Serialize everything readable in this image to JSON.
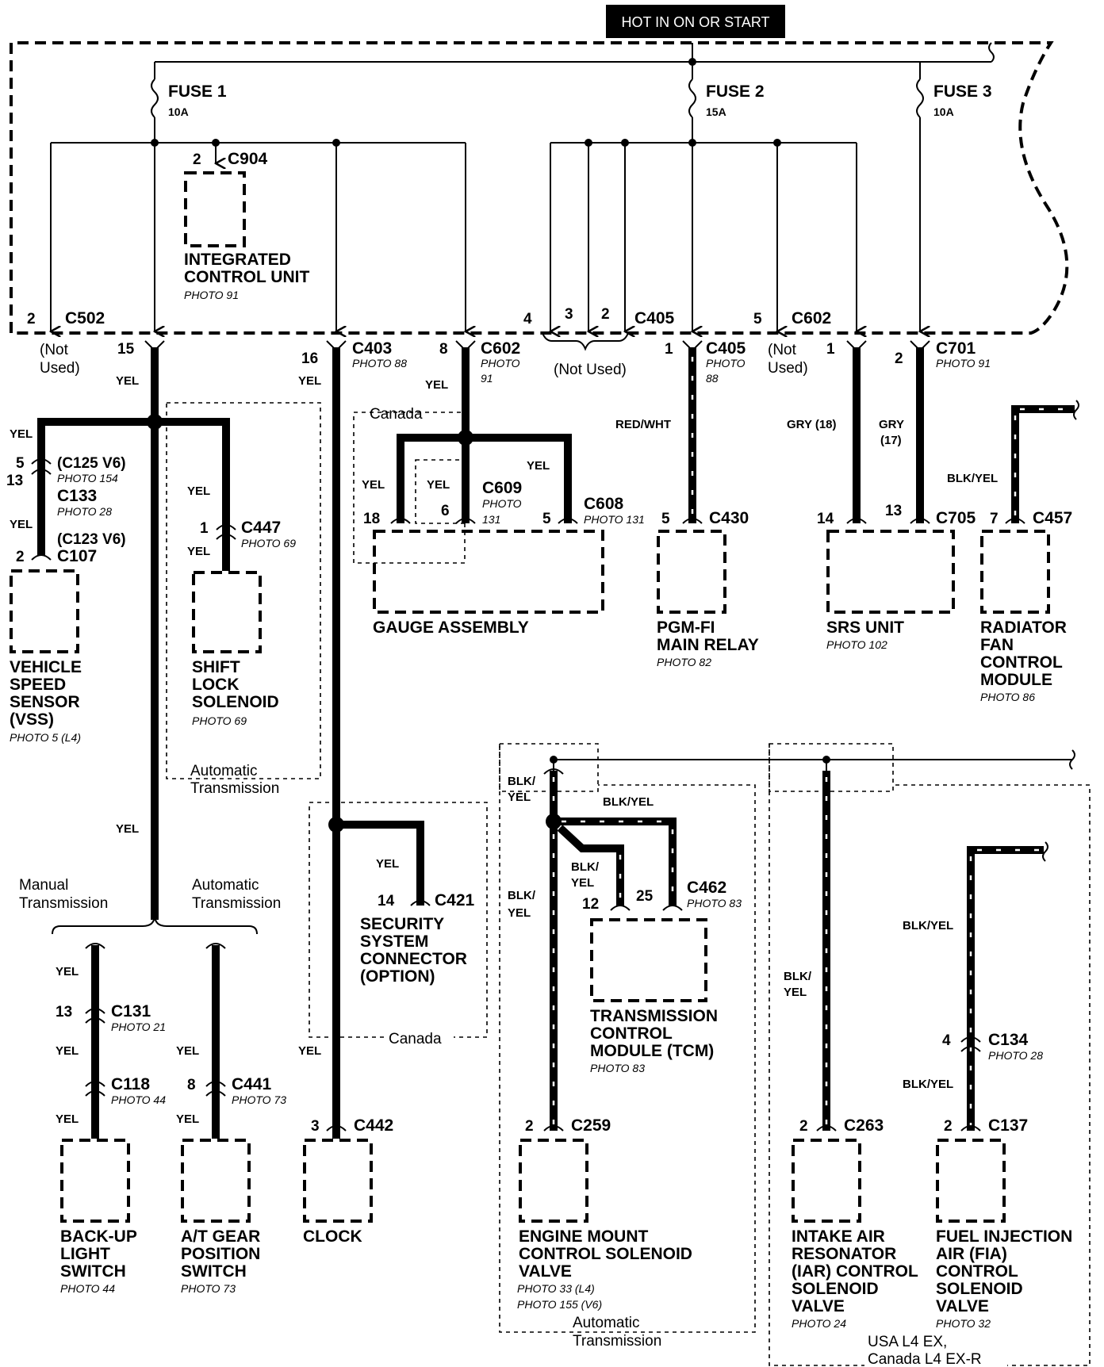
{
  "header": {
    "hot_label": "HOT IN ON OR START"
  },
  "fuses": [
    {
      "name": "FUSE 1",
      "rating": "10A"
    },
    {
      "name": "FUSE 2",
      "rating": "15A"
    },
    {
      "name": "FUSE 3",
      "rating": "10A"
    }
  ],
  "fusebox_connectors": {
    "c502": {
      "pin": "2",
      "id": "C502",
      "note": [
        "(Not",
        "Used)"
      ]
    },
    "c904": {
      "pin": "2",
      "id": "C904"
    },
    "c405a": {
      "pins": [
        "4",
        "3",
        "2"
      ],
      "id": "C405",
      "note": "(Not Used)"
    },
    "c602a": {
      "pin": "5",
      "id": "C602",
      "note": [
        "(Not",
        "Used)"
      ]
    }
  },
  "icu": {
    "name_lines": [
      "INTEGRATED",
      "CONTROL UNIT"
    ],
    "photo": "PHOTO 91"
  },
  "taps": {
    "c403_15": {
      "pin": "15",
      "wire": "YEL"
    },
    "c403_16": {
      "pin": "16",
      "id": "C403",
      "photo": "PHOTO 88",
      "wire": "YEL"
    },
    "c602_8": {
      "pin": "8",
      "id": "C602",
      "photo": [
        "PHOTO",
        "91"
      ],
      "wire": "YEL"
    },
    "c405_1": {
      "pin": "1",
      "id": "C405",
      "photo": [
        "PHOTO",
        "88"
      ],
      "wire": "RED/WHT"
    },
    "c602_1": {
      "pin": "1",
      "wire": "GRY (18)"
    },
    "c701_2": {
      "pin": "2",
      "id": "C701",
      "photo": "PHOTO 91",
      "wire": [
        "GRY",
        "(17)"
      ]
    }
  },
  "vss": {
    "wire_top": "YEL",
    "pin1": "5",
    "c1": "(C125 V6)",
    "c1_photo": "PHOTO 154",
    "pin2": "13",
    "c2": "C133",
    "c2_photo": "PHOTO 28",
    "wire_mid": "YEL",
    "c3": "(C123 V6)",
    "pin3": "2",
    "c4": "C107",
    "name_lines": [
      "VEHICLE",
      "SPEED",
      "SENSOR",
      "(VSS)"
    ],
    "photo": "PHOTO 5 (L4)"
  },
  "shift_lock": {
    "wire_top": "YEL",
    "pin": "1",
    "conn": "C447",
    "photo_conn": "PHOTO 69",
    "wire_bottom": "YEL",
    "name_lines": [
      "SHIFT",
      "LOCK",
      "SOLENOID"
    ],
    "photo": "PHOTO 69",
    "group": [
      "Automatic",
      "Transmission"
    ]
  },
  "gauge": {
    "canada": "Canada",
    "wire_left": "YEL",
    "wire_mid": "YEL",
    "wire_right": "YEL",
    "pin_left": "18",
    "pin_mid": "6",
    "c609": "C609",
    "c609_photo": [
      "PHOTO",
      "131"
    ],
    "pin_right": "5",
    "c608": "C608",
    "c608_photo": "PHOTO 131",
    "name": "GAUGE ASSEMBLY"
  },
  "pgm_fi": {
    "pin": "5",
    "conn": "C430",
    "name_lines": [
      "PGM-FI",
      "MAIN RELAY"
    ],
    "photo": "PHOTO 82"
  },
  "srs": {
    "pin1": "14",
    "pin2": "13",
    "conn": "C705",
    "name": "SRS UNIT",
    "photo": "PHOTO 102"
  },
  "radiator": {
    "wire": "BLK/YEL",
    "pin": "7",
    "conn": "C457",
    "name_lines": [
      "RADIATOR",
      "FAN",
      "CONTROL",
      "MODULE"
    ],
    "photo": "PHOTO 86"
  },
  "main_trunk": {
    "wire": "YEL"
  },
  "transmission_split": {
    "manual": [
      "Manual",
      "Transmission"
    ],
    "auto": [
      "Automatic",
      "Transmission"
    ]
  },
  "backup": {
    "wire1": "YEL",
    "pin1": "13",
    "c1": "C131",
    "c1_photo": "PHOTO 21",
    "wire2": "YEL",
    "c2": "C118",
    "c2_photo": "PHOTO 44",
    "wire3": "YEL",
    "name_lines": [
      "BACK-UP",
      "LIGHT",
      "SWITCH"
    ],
    "photo": "PHOTO 44"
  },
  "gear_pos": {
    "wire1": "YEL",
    "pin": "8",
    "conn": "C441",
    "conn_photo": "PHOTO 73",
    "wire2": "YEL",
    "name_lines": [
      "A/T GEAR",
      "POSITION",
      "SWITCH"
    ],
    "photo": "PHOTO 73"
  },
  "security": {
    "wire": "YEL",
    "pin": "14",
    "conn": "C421",
    "name_lines": [
      "SECURITY",
      "SYSTEM",
      "CONNECTOR",
      "(OPTION)"
    ],
    "canada": "Canada"
  },
  "clock": {
    "wire": "YEL",
    "pin": "3",
    "conn": "C442",
    "name": "CLOCK"
  },
  "tcm": {
    "wire_top": "BLK/YEL",
    "wire_branch": [
      "BLK/",
      "YEL"
    ],
    "pin1": "12",
    "pin2": "25",
    "conn": "C462",
    "conn_photo": "PHOTO 83",
    "name_lines": [
      "TRANSMISSION",
      "CONTROL",
      "MODULE (TCM)"
    ],
    "photo": "PHOTO 83"
  },
  "engine_mount": {
    "wire1": [
      "BLK/",
      "YEL"
    ],
    "wire2": [
      "BLK/",
      "YEL"
    ],
    "pin": "2",
    "conn": "C259",
    "name_lines": [
      "ENGINE MOUNT",
      "CONTROL SOLENOID",
      "VALVE"
    ],
    "photo1": "PHOTO 33 (L4)",
    "photo2": "PHOTO 155 (V6)",
    "group": [
      "Automatic",
      "Transmission"
    ]
  },
  "iar": {
    "wire": [
      "BLK/",
      "YEL"
    ],
    "pin": "2",
    "conn": "C263",
    "name_lines": [
      "INTAKE AIR",
      "RESONATOR",
      "(IAR) CONTROL",
      "SOLENOID",
      "VALVE"
    ],
    "photo": "PHOTO 24"
  },
  "fia": {
    "wire1": "BLK/YEL",
    "pin1": "4",
    "c1": "C134",
    "c1_photo": "PHOTO 28",
    "wire2": "BLK/YEL",
    "pin2": "2",
    "c2": "C137",
    "name_lines": [
      "FUEL INJECTION",
      "AIR (FIA)",
      "CONTROL",
      "SOLENOID",
      "VALVE"
    ],
    "photo": "PHOTO 32",
    "group": [
      "USA L4 EX,",
      "Canada L4 EX-R"
    ]
  }
}
